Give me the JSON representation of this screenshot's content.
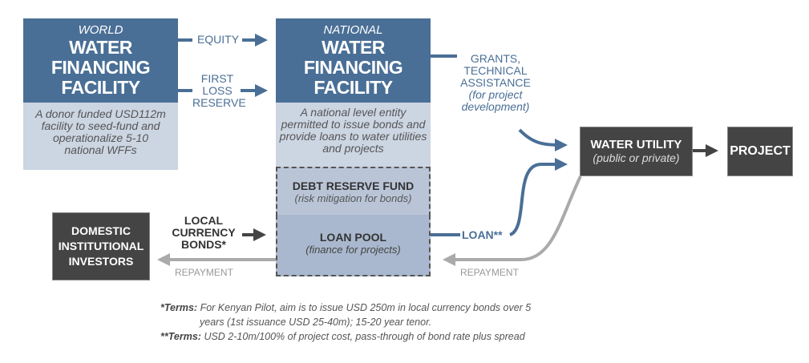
{
  "world": {
    "kicker": "WORLD",
    "title": [
      "WATER",
      "FINANCING",
      "FACILITY"
    ],
    "desc": "A donor funded USD112m facility to seed-fund and operationalize 5-10 national WFFs"
  },
  "national": {
    "kicker": "NATIONAL",
    "title": [
      "WATER",
      "FINANCING",
      "FACILITY"
    ],
    "desc": "A national level entity permitted to issue bonds and provide loans to water utilities and projects"
  },
  "debt_reserve": {
    "title": "DEBT RESERVE FUND",
    "sub": "(risk mitigation for bonds)"
  },
  "loan_pool": {
    "title": "LOAN POOL",
    "sub": "(finance for projects)"
  },
  "flows": {
    "equity": "EQUITY",
    "first_loss": [
      "FIRST",
      "LOSS",
      "RESERVE"
    ],
    "grants": [
      "GRANTS,",
      "TECHNICAL",
      "ASSISTANCE"
    ],
    "grants_note": [
      "(for project",
      "development)"
    ],
    "loan": "LOAN**",
    "bonds": [
      "LOCAL",
      "CURRENCY",
      "BONDS*"
    ],
    "repayment_left": "REPAYMENT",
    "repayment_right": "REPAYMENT"
  },
  "water_utility": {
    "title": "WATER UTILITY",
    "sub": "(public or private)"
  },
  "project": {
    "title": "PROJECT"
  },
  "investors": {
    "title": [
      "DOMESTIC",
      "INSTITUTIONAL",
      "INVESTORS"
    ]
  },
  "footnotes": {
    "f1_label": "*Terms:",
    "f1_line1": "For Kenyan Pilot, aim is to issue USD 250m in local currency bonds over 5",
    "f1_line2": "years (1st issuance USD 25-40m); 15-20 year tenor.",
    "f2_label": "**Terms:",
    "f2_text": "USD 2-10m/100% of project cost, pass-through of bond rate plus spread"
  },
  "colors": {
    "blue": "#4a6f96",
    "light": "#ccd5e2",
    "dark": "#444444",
    "grey": "#aaaaaa"
  }
}
